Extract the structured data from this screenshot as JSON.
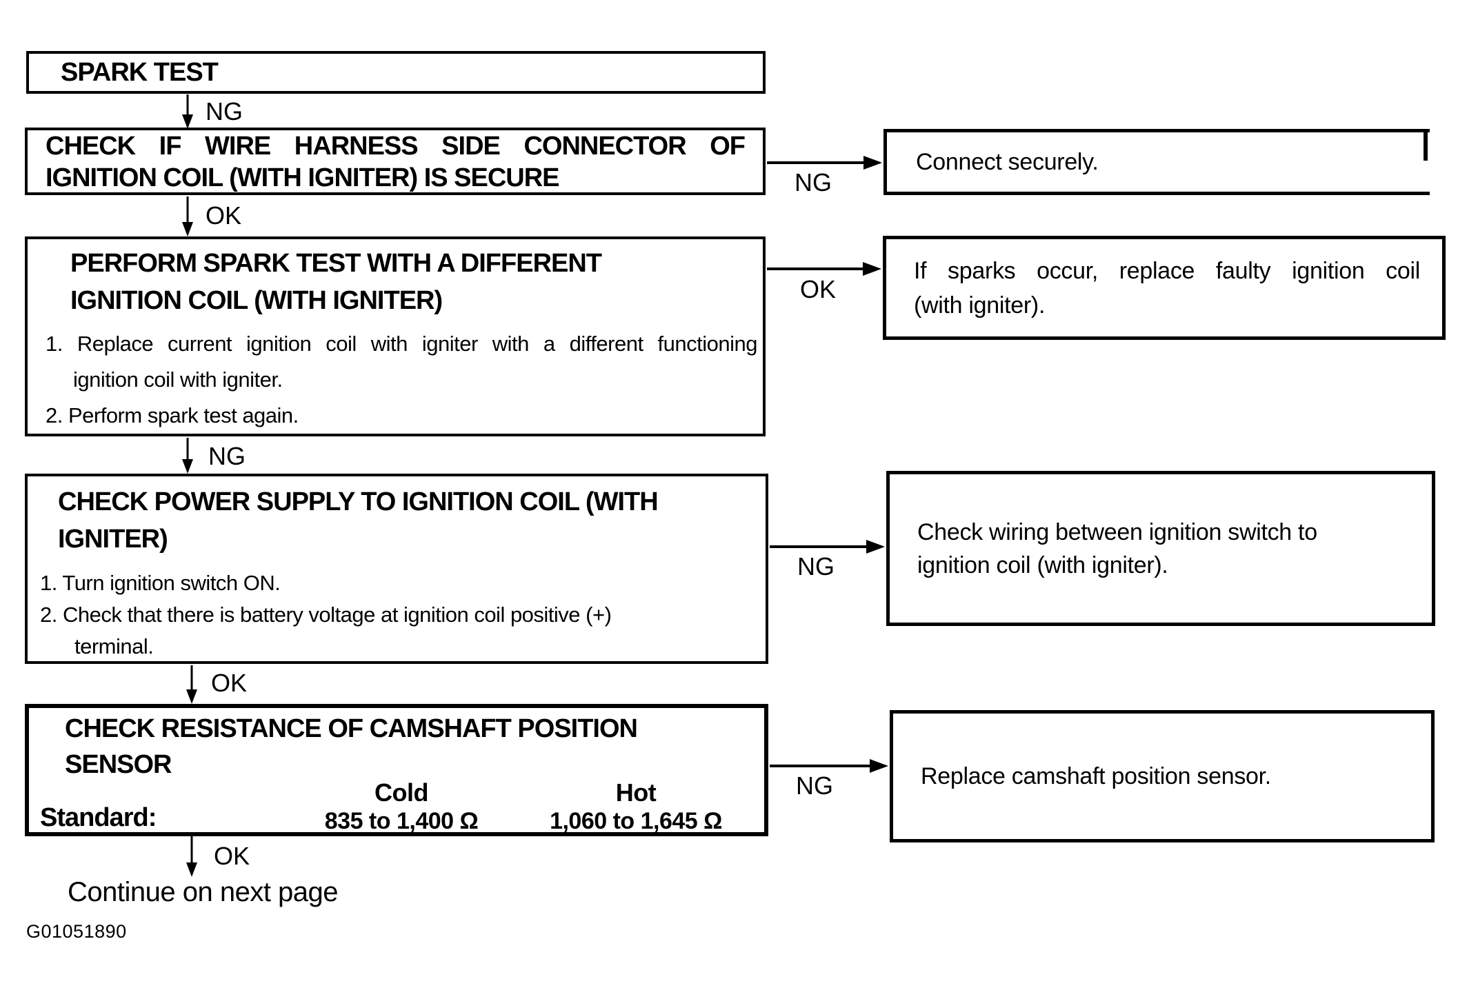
{
  "colors": {
    "ink": "#000000",
    "background": "#ffffff"
  },
  "flow": {
    "box1": {
      "title": "SPARK TEST"
    },
    "connector1": {
      "label": "NG"
    },
    "box2": {
      "line1": "CHECK IF WIRE HARNESS SIDE CONNECTOR OF",
      "line2": "IGNITION COIL (WITH IGNITER) IS SECURE"
    },
    "branch1": {
      "label": "NG"
    },
    "right1": {
      "text": "Connect securely."
    },
    "connector2": {
      "label": "OK"
    },
    "box3": {
      "title1": "PERFORM SPARK TEST WITH A DIFFERENT",
      "title2": "IGNITION COIL (WITH IGNITER)",
      "item1a": "1. Replace current ignition coil with igniter with a different functioning",
      "item1b": "ignition coil with igniter.",
      "item2": "2. Perform spark test again."
    },
    "branch2": {
      "label": "OK"
    },
    "right2": {
      "line1": "If sparks occur, replace faulty ignition coil",
      "line2": "(with igniter)."
    },
    "connector3": {
      "label": "NG"
    },
    "box4": {
      "title1": "CHECK POWER SUPPLY TO IGNITION COIL (WITH",
      "title2": "IGNITER)",
      "item1": "1. Turn ignition switch ON.",
      "item2a": "2. Check that there is battery voltage at ignition coil positive (+)",
      "item2b": "terminal."
    },
    "branch3": {
      "label": "NG"
    },
    "right3": {
      "line1": "Check wiring between ignition switch to",
      "line2": "ignition coil (with igniter)."
    },
    "connector4": {
      "label": "OK"
    },
    "box5": {
      "title1": "CHECK RESISTANCE OF CAMSHAFT POSITION",
      "title2": "SENSOR",
      "standard_label": "Standard:",
      "cold_header": "Cold",
      "cold_value": "835 to 1,400 Ω",
      "hot_header": "Hot",
      "hot_value": "1,060 to 1,645 Ω"
    },
    "branch4": {
      "label": "NG"
    },
    "right4": {
      "text": "Replace camshaft position sensor."
    },
    "connector5": {
      "label": "OK",
      "note": "Continue on next page"
    }
  },
  "footer": {
    "figure_id": "G01051890"
  }
}
